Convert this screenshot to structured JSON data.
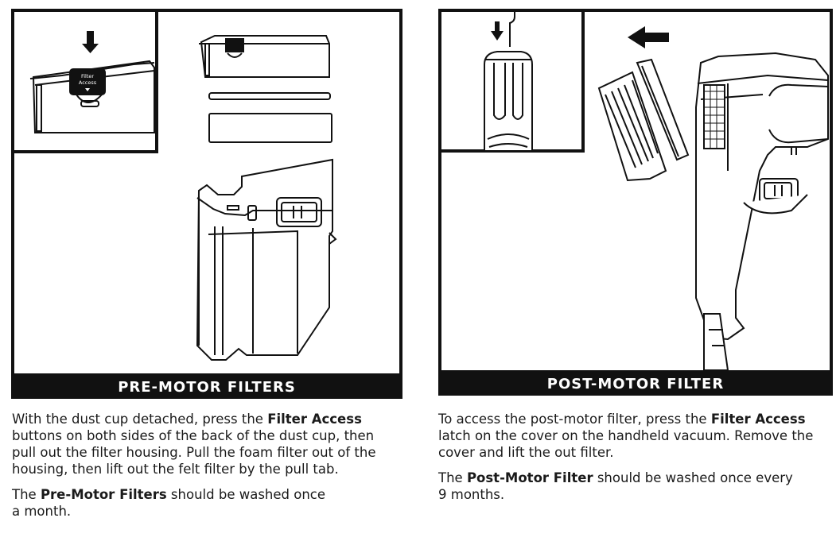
{
  "left": {
    "title": "PRE-MOTOR FILTERS",
    "filter_button_label_line1": "Filter",
    "filter_button_label_line2": "Access",
    "para1": {
      "t1": "With the dust cup detached, press the ",
      "b1": "Filter Access",
      "t2": " buttons on both sides of the back of the dust cup, then pull out the filter housing. Pull the foam filter out of the housing, then lift out the felt filter by the pull tab."
    },
    "para2": {
      "t1": "The ",
      "b1": "Pre-Motor Filters",
      "t2": " should be washed once a month."
    }
  },
  "right": {
    "title": "POST-MOTOR FILTER",
    "para1": {
      "t1": "To access the post-motor filter, press the ",
      "b1": "Filter Access",
      "t2": " latch on the cover on the handheld vacuum. Remove the cover and lift the out filter."
    },
    "para2": {
      "t1": "The ",
      "b1": "Post-Motor Filter",
      "t2": " should be washed once every 9 months."
    }
  },
  "colors": {
    "ink": "#111111",
    "paper": "#ffffff",
    "text": "#1a1a1a"
  }
}
